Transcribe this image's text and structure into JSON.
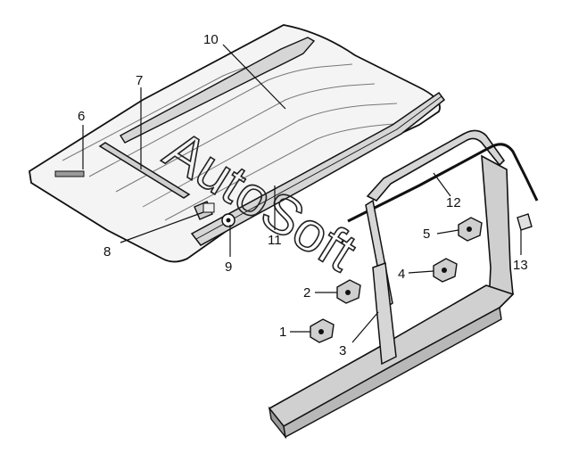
{
  "diagram": {
    "colors": {
      "line": "#111111",
      "body": "#f4f4f4",
      "shade": "#d6d6d6",
      "dark": "#9a9a9a",
      "background": "#ffffff"
    },
    "callouts": [
      {
        "id": "1",
        "label": "1"
      },
      {
        "id": "2",
        "label": "2"
      },
      {
        "id": "3",
        "label": "3"
      },
      {
        "id": "4",
        "label": "4"
      },
      {
        "id": "5",
        "label": "5"
      },
      {
        "id": "6",
        "label": "6"
      },
      {
        "id": "7",
        "label": "7"
      },
      {
        "id": "8",
        "label": "8"
      },
      {
        "id": "9",
        "label": "9"
      },
      {
        "id": "10",
        "label": "10"
      },
      {
        "id": "11",
        "label": "11"
      },
      {
        "id": "12",
        "label": "12"
      },
      {
        "id": "13",
        "label": "13"
      }
    ],
    "watermark": "AutoSoft"
  }
}
